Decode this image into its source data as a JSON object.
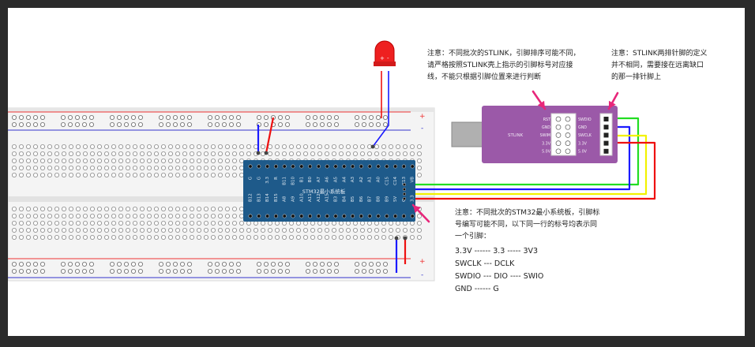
{
  "notes": {
    "stlink": [
      "注意：不同批次的STLINK，引脚排序可能不同，",
      "请严格按照STLINK壳上指示的引脚标号对应接",
      "线，不能只根据引脚位置来进行判断"
    ],
    "pinrow": [
      "注意：STLINK两排针脚的定义",
      "并不相同，需要接在远离缺口",
      "的那一排针脚上"
    ],
    "board": [
      "注意：不同批次的STM32最小系统板，引脚标",
      "号编写可能不同，以下同一行的标号均表示同",
      "一个引脚："
    ],
    "pin_map": [
      "3.3V ------ 3.3 ----- 3V3",
      "SWCLK --- DCLK",
      "SWDIO --- DIO ---- SWIO",
      "GND ------ G"
    ]
  },
  "board": {
    "title": "STM32最小系统板",
    "top_pins": [
      "G",
      "G",
      "3.3",
      "R",
      "B11",
      "B10",
      "B1",
      "B0",
      "A7",
      "A6",
      "A5",
      "A4",
      "A3",
      "A2",
      "A1",
      "A0",
      "C15",
      "C14",
      "C13",
      "VB"
    ],
    "bottom_pins": [
      "B12",
      "B13",
      "B14",
      "B15",
      "A8",
      "A9",
      "A10",
      "A11",
      "A12",
      "A15",
      "B3",
      "B4",
      "B5",
      "B6",
      "B7",
      "B8",
      "B9",
      "5V",
      "G",
      "3.3"
    ]
  },
  "stlink": {
    "title": "STLINK",
    "left_labels": [
      "RST",
      "GND",
      "SWIM",
      "3.3V",
      "5.0V"
    ],
    "right_labels": [
      "SWDIO",
      "GND",
      "SWCLK",
      "3.3V",
      "5.0V"
    ]
  },
  "breadboard": {
    "rail_plus": "+",
    "rail_minus": "-"
  },
  "led": {
    "plus": "+",
    "minus": "-"
  },
  "colors": {
    "wire_green": "#22dd22",
    "wire_blue": "#1a1aff",
    "wire_yellow": "#f2f200",
    "wire_red": "#ee1111",
    "board": "#1e5a8a",
    "stlink": "#9b59a8",
    "arrow": "#e8267a"
  }
}
